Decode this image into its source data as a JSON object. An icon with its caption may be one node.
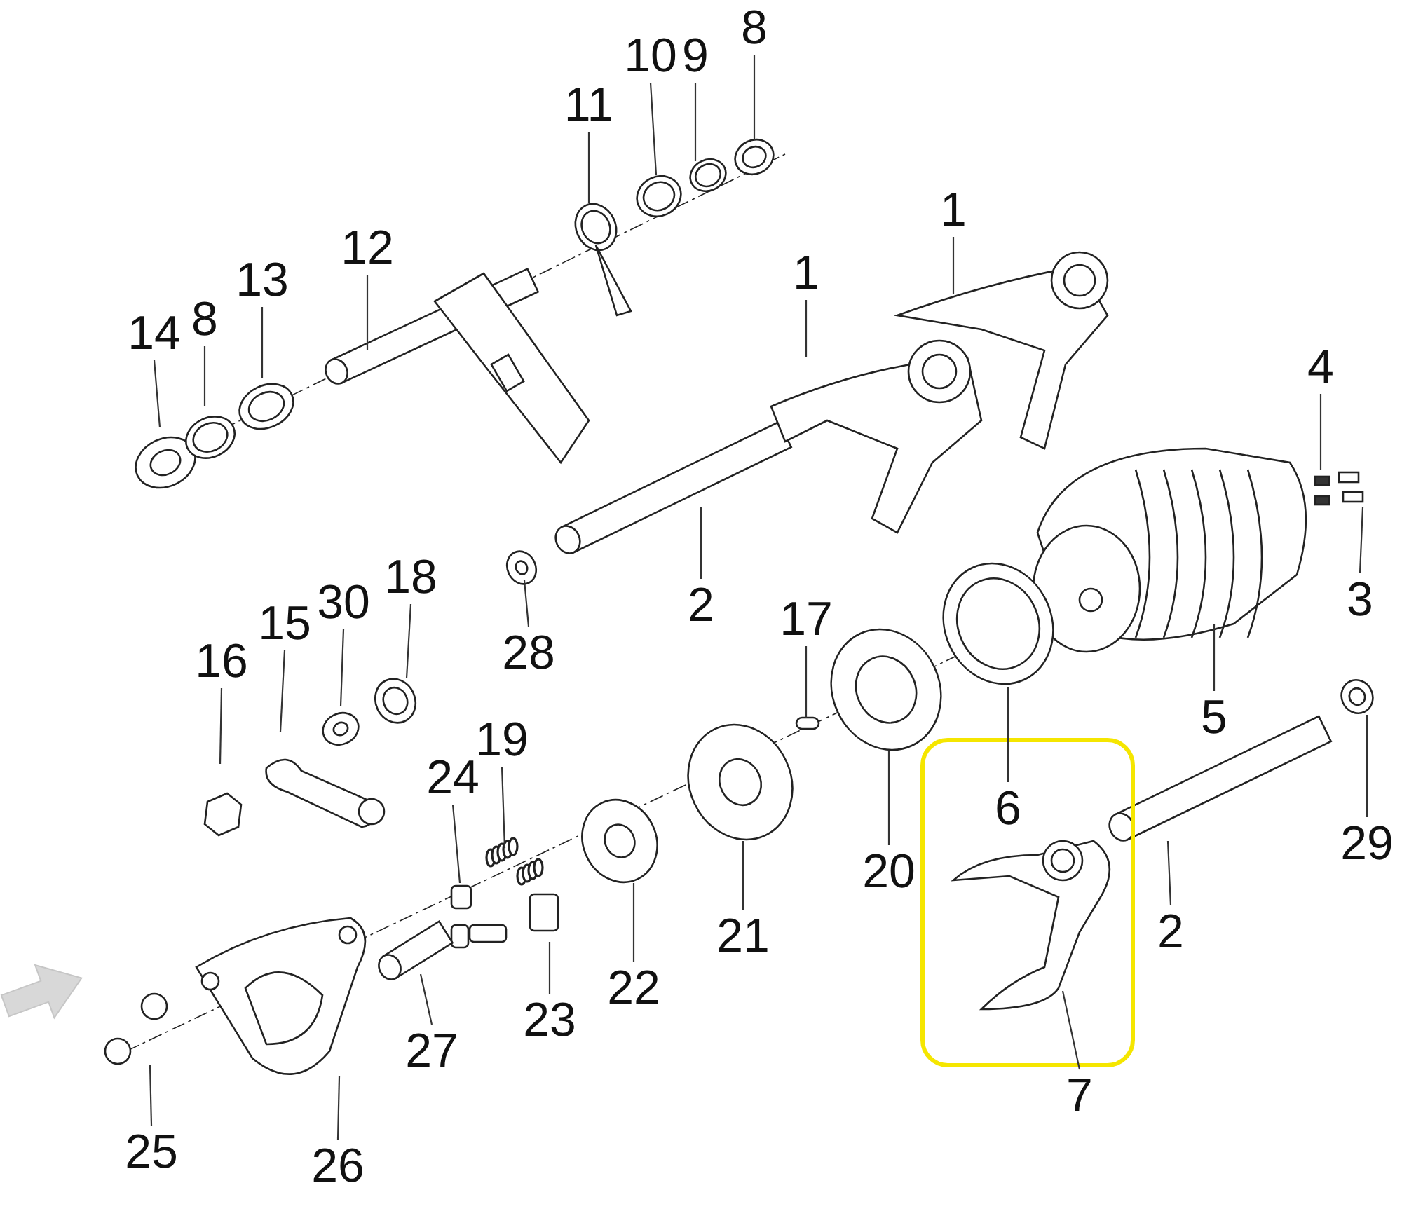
{
  "diagram": {
    "nodes": [
      {
        "text": [
          "8"
        ]
      },
      {
        "text": [
          "9"
        ]
      },
      {
        "text": [
          "10"
        ]
      },
      {
        "text": [
          "11"
        ]
      },
      {
        "text": [
          "1"
        ]
      },
      {
        "text": [
          "12"
        ]
      },
      {
        "text": [
          "1"
        ]
      },
      {
        "text": [
          "13"
        ]
      },
      {
        "text": [
          "8"
        ]
      },
      {
        "text": [
          "14"
        ]
      },
      {
        "text": [
          "4"
        ]
      },
      {
        "text": [
          "2"
        ]
      },
      {
        "text": [
          "3"
        ]
      },
      {
        "text": [
          "28"
        ]
      },
      {
        "text": [
          "17"
        ]
      },
      {
        "text": [
          "18"
        ]
      },
      {
        "text": [
          "30"
        ]
      },
      {
        "text": [
          "15"
        ]
      },
      {
        "text": [
          "5"
        ]
      },
      {
        "text": [
          "16"
        ]
      },
      {
        "text": [
          "19"
        ]
      },
      {
        "text": [
          "24"
        ]
      },
      {
        "text": [
          "20"
        ]
      },
      {
        "text": [
          "6"
        ]
      },
      {
        "text": [
          "29"
        ]
      },
      {
        "text": [
          "21"
        ]
      },
      {
        "text": [
          "22"
        ]
      },
      {
        "text": [
          "2"
        ]
      },
      {
        "text": [
          "7"
        ]
      },
      {
        "text": [
          "23"
        ]
      },
      {
        "text": [
          "27"
        ]
      },
      {
        "text": [
          "25"
        ]
      },
      {
        "text": [
          "26"
        ]
      },
      {
        "text": [],
        "shape": "picture"
      }
    ],
    "edges": [
      {
        "from": 0,
        "to": null,
        "arrow": "none"
      },
      {
        "from": 1,
        "to": null,
        "arrow": "none"
      },
      {
        "from": 2,
        "to": null,
        "arrow": "none"
      },
      {
        "from": 3,
        "to": null,
        "arrow": "none"
      },
      {
        "from": 4,
        "to": null,
        "arrow": "none"
      },
      {
        "from": 5,
        "to": null,
        "arrow": "none"
      },
      {
        "from": 6,
        "to": null,
        "arrow": "none"
      },
      {
        "from": 7,
        "to": null,
        "arrow": "none"
      },
      {
        "from": 8,
        "to": null,
        "arrow": "none"
      },
      {
        "from": 9,
        "to": null,
        "arrow": "none"
      },
      {
        "from": 10,
        "to": null,
        "arrow": "none"
      },
      {
        "from": 11,
        "to": null,
        "arrow": "none"
      },
      {
        "from": 12,
        "to": null,
        "arrow": "none"
      },
      {
        "from": 13,
        "to": null,
        "arrow": "none"
      },
      {
        "from": 14,
        "to": null,
        "arrow": "none"
      },
      {
        "from": 15,
        "to": null,
        "arrow": "none"
      },
      {
        "from": 16,
        "to": null,
        "arrow": "none"
      },
      {
        "from": 17,
        "to": null,
        "arrow": "none"
      },
      {
        "from": 18,
        "to": null,
        "arrow": "none"
      },
      {
        "from": 19,
        "to": null,
        "arrow": "none"
      },
      {
        "from": 20,
        "to": null,
        "arrow": "none"
      },
      {
        "from": 21,
        "to": null,
        "arrow": "none"
      },
      {
        "from": 22,
        "to": null,
        "arrow": "none"
      },
      {
        "from": 23,
        "to": null,
        "arrow": "none"
      },
      {
        "from": 24,
        "to": null,
        "arrow": "none"
      },
      {
        "from": 25,
        "to": null,
        "arrow": "none"
      },
      {
        "from": 26,
        "to": null,
        "arrow": "none"
      },
      {
        "from": 27,
        "to": null,
        "arrow": "none"
      },
      {
        "from": 28,
        "to": 33,
        "arrow": "none"
      },
      {
        "from": 29,
        "to": null,
        "arrow": "none"
      },
      {
        "from": 30,
        "to": null,
        "arrow": "none"
      },
      {
        "from": 31,
        "to": null,
        "arrow": "none"
      },
      {
        "from": 32,
        "to": null,
        "arrow": "none"
      }
    ]
  }
}
